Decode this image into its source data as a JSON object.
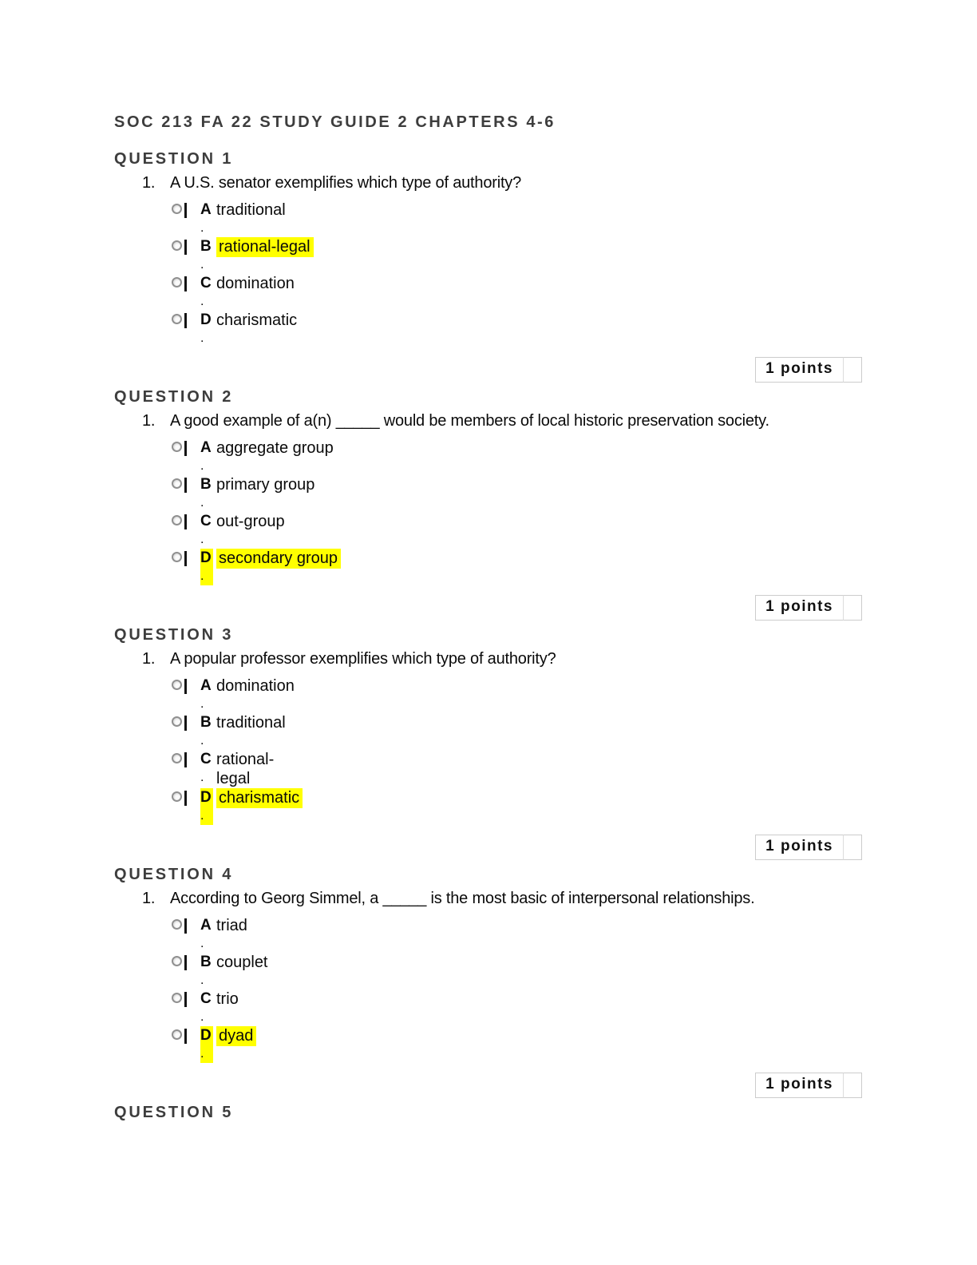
{
  "title": "SOC 213 FA 22 STUDY GUIDE 2 CHAPTERS 4-6",
  "questions": [
    {
      "header": "QUESTION 1",
      "number": "1.",
      "text": "A U.S. senator exemplifies which type of authority?",
      "points": "1 points",
      "options": [
        {
          "letter": "A",
          "period": ".",
          "text": "traditional",
          "highlighted": false,
          "highlight_letter": false
        },
        {
          "letter": "B",
          "period": ".",
          "text": "rational-legal",
          "highlighted": true,
          "highlight_letter": false
        },
        {
          "letter": "C",
          "period": ".",
          "text": "domination",
          "highlighted": false,
          "highlight_letter": false
        },
        {
          "letter": "D",
          "period": ".",
          "text": "charismatic",
          "highlighted": false,
          "highlight_letter": false
        }
      ]
    },
    {
      "header": "QUESTION 2",
      "number": "1.",
      "text": "A good example of a(n) _____ would be members of local historic preservation society.",
      "points": "1 points",
      "options": [
        {
          "letter": "A",
          "period": ".",
          "text": "aggregate group",
          "highlighted": false,
          "highlight_letter": false
        },
        {
          "letter": "B",
          "period": ".",
          "text": "primary group",
          "highlighted": false,
          "highlight_letter": false
        },
        {
          "letter": "C",
          "period": ".",
          "text": "out-group",
          "highlighted": false,
          "highlight_letter": false
        },
        {
          "letter": "D",
          "period": ".",
          "text": "secondary group",
          "highlighted": true,
          "highlight_letter": true
        }
      ]
    },
    {
      "header": "QUESTION 3",
      "number": "1.",
      "text": "A popular professor exemplifies which type of authority?",
      "points": "1 points",
      "options": [
        {
          "letter": "A",
          "period": ".",
          "text": "domination",
          "highlighted": false,
          "highlight_letter": false
        },
        {
          "letter": "B",
          "period": ".",
          "text": "traditional",
          "highlighted": false,
          "highlight_letter": false
        },
        {
          "letter": "C",
          "period": ".",
          "text": "rational-\nlegal",
          "highlighted": false,
          "highlight_letter": false
        },
        {
          "letter": "D",
          "period": ".",
          "text": "charismatic",
          "highlighted": true,
          "highlight_letter": true
        }
      ]
    },
    {
      "header": "QUESTION 4",
      "number": "1.",
      "text": "According to Georg Simmel, a _____ is the most basic of interpersonal relationships.",
      "points": "1 points",
      "options": [
        {
          "letter": "A",
          "period": ".",
          "text": "triad",
          "highlighted": false,
          "highlight_letter": false
        },
        {
          "letter": "B",
          "period": ".",
          "text": "couplet",
          "highlighted": false,
          "highlight_letter": false
        },
        {
          "letter": "C",
          "period": ".",
          "text": "trio",
          "highlighted": false,
          "highlight_letter": false
        },
        {
          "letter": "D",
          "period": ".",
          "text": "dyad",
          "highlighted": true,
          "highlight_letter": true
        }
      ]
    },
    {
      "header": "QUESTION 5"
    }
  ]
}
